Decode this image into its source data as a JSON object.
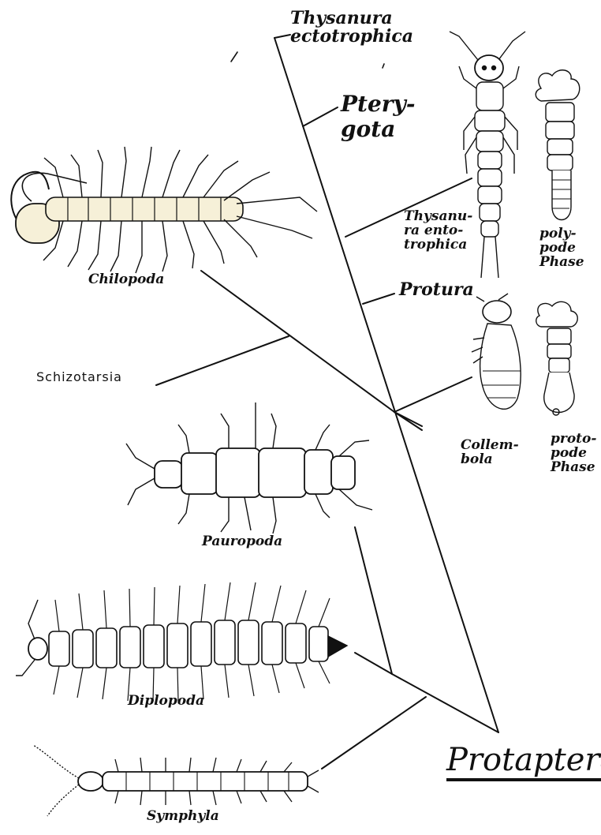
{
  "labels": {
    "thysanura_ectotrophica": "Thysanura\nectotrophica",
    "pterygota": "Ptery-\ngota",
    "thysanura_entotrophica": "Thysanu-\nra ento-\ntrophica",
    "polypode_phase": "poly-\npode\nPhase",
    "protura": "Protura",
    "collembola": "Collem-\nbola",
    "protopode_phase": "proto-\npode\nPhase",
    "chilopoda": "Chilopoda",
    "schizotarsia": "Schizotarsia",
    "pauropoda": "Pauropoda",
    "diplopoda": "Diplopoda",
    "symphyla": "Symphyla",
    "protaptera": "Protaptera"
  },
  "colors": {
    "ink": "#111111",
    "chilopoda_shading": "#f6f0d8",
    "background": "#ffffff"
  },
  "drawings": {
    "chilopoda": "centipede-drawing",
    "thysanura_entotrophica": "campodea-drawing",
    "polypode_phase": "polypode-larva-drawing",
    "collembola": "springtail-drawing",
    "protopode_phase": "protopode-larva-drawing",
    "pauropoda": "pauropod-drawing",
    "diplopoda": "millipede-drawing",
    "symphyla": "symphylan-drawing"
  }
}
